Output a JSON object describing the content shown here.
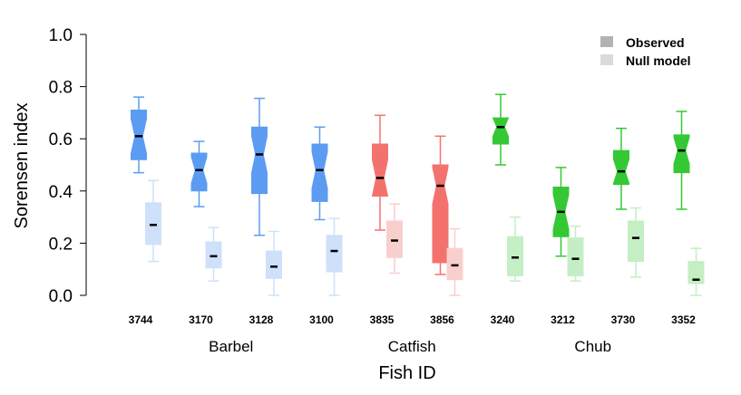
{
  "chart_data": {
    "type": "boxplot",
    "xlabel": "Fish ID",
    "ylabel": "Sorensen index",
    "ylim": [
      0,
      1
    ],
    "yticks": [
      "0.0",
      "0.2",
      "0.4",
      "0.6",
      "0.8",
      "1.0"
    ],
    "notched": true,
    "legend": {
      "placement": "top-right",
      "entries": [
        {
          "label": "Observed",
          "color": "#b3b3b3"
        },
        {
          "label": "Null model",
          "color": "#dadada"
        }
      ]
    },
    "groups": [
      {
        "name": "Barbel",
        "color": "#5b9cf2",
        "light_color": "#cfe0fb",
        "fish": [
          "3744",
          "3170",
          "3128",
          "3100"
        ]
      },
      {
        "name": "Catfish",
        "color": "#f4726d",
        "light_color": "#f9cfcd",
        "fish": [
          "3835",
          "3856"
        ]
      },
      {
        "name": "Chub",
        "color": "#34c934",
        "light_color": "#c4eec4",
        "fish": [
          "3240",
          "3212",
          "3730",
          "3352"
        ]
      }
    ],
    "series": [
      {
        "name": "Observed",
        "boxes": [
          {
            "fish": "3744",
            "group": "Barbel",
            "min": 0.47,
            "q1": 0.52,
            "median": 0.61,
            "q3": 0.71,
            "max": 0.76
          },
          {
            "fish": "3170",
            "group": "Barbel",
            "min": 0.34,
            "q1": 0.4,
            "median": 0.48,
            "q3": 0.545,
            "max": 0.59
          },
          {
            "fish": "3128",
            "group": "Barbel",
            "min": 0.23,
            "q1": 0.39,
            "median": 0.54,
            "q3": 0.645,
            "max": 0.755
          },
          {
            "fish": "3100",
            "group": "Barbel",
            "min": 0.29,
            "q1": 0.36,
            "median": 0.48,
            "q3": 0.58,
            "max": 0.645
          },
          {
            "fish": "3835",
            "group": "Catfish",
            "min": 0.25,
            "q1": 0.38,
            "median": 0.45,
            "q3": 0.58,
            "max": 0.69
          },
          {
            "fish": "3856",
            "group": "Catfish",
            "min": 0.08,
            "q1": 0.125,
            "median": 0.42,
            "q3": 0.5,
            "max": 0.61
          },
          {
            "fish": "3240",
            "group": "Chub",
            "min": 0.5,
            "q1": 0.58,
            "median": 0.645,
            "q3": 0.68,
            "max": 0.77
          },
          {
            "fish": "3212",
            "group": "Chub",
            "min": 0.15,
            "q1": 0.225,
            "median": 0.32,
            "q3": 0.415,
            "max": 0.49
          },
          {
            "fish": "3730",
            "group": "Chub",
            "min": 0.33,
            "q1": 0.425,
            "median": 0.475,
            "q3": 0.555,
            "max": 0.64
          },
          {
            "fish": "3352",
            "group": "Chub",
            "min": 0.33,
            "q1": 0.47,
            "median": 0.555,
            "q3": 0.615,
            "max": 0.705
          }
        ]
      },
      {
        "name": "Null model",
        "boxes": [
          {
            "fish": "3744",
            "group": "Barbel",
            "min": 0.13,
            "q1": 0.195,
            "median": 0.27,
            "q3": 0.355,
            "max": 0.44
          },
          {
            "fish": "3170",
            "group": "Barbel",
            "min": 0.055,
            "q1": 0.105,
            "median": 0.15,
            "q3": 0.205,
            "max": 0.26
          },
          {
            "fish": "3128",
            "group": "Barbel",
            "min": 0.0,
            "q1": 0.065,
            "median": 0.11,
            "q3": 0.17,
            "max": 0.245
          },
          {
            "fish": "3100",
            "group": "Barbel",
            "min": 0.0,
            "q1": 0.09,
            "median": 0.17,
            "q3": 0.23,
            "max": 0.295
          },
          {
            "fish": "3835",
            "group": "Catfish",
            "min": 0.085,
            "q1": 0.145,
            "median": 0.21,
            "q3": 0.285,
            "max": 0.35
          },
          {
            "fish": "3856",
            "group": "Catfish",
            "min": 0.0,
            "q1": 0.06,
            "median": 0.115,
            "q3": 0.18,
            "max": 0.255
          },
          {
            "fish": "3240",
            "group": "Chub",
            "min": 0.055,
            "q1": 0.075,
            "median": 0.145,
            "q3": 0.225,
            "max": 0.3
          },
          {
            "fish": "3212",
            "group": "Chub",
            "min": 0.055,
            "q1": 0.075,
            "median": 0.14,
            "q3": 0.22,
            "max": 0.265
          },
          {
            "fish": "3730",
            "group": "Chub",
            "min": 0.07,
            "q1": 0.13,
            "median": 0.22,
            "q3": 0.285,
            "max": 0.335
          },
          {
            "fish": "3352",
            "group": "Chub",
            "min": 0.0,
            "q1": 0.045,
            "median": 0.06,
            "q3": 0.13,
            "max": 0.18
          }
        ]
      }
    ]
  }
}
